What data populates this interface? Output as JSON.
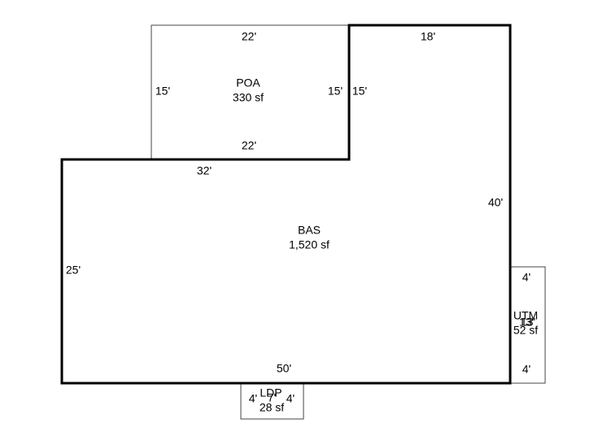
{
  "areas": {
    "poa": {
      "code": "POA",
      "area": "330 sf",
      "top": "22'",
      "bottom": "22'",
      "left": "15'",
      "right": "15'"
    },
    "bas": {
      "code": "BAS",
      "area": "1,520 sf",
      "top_right": "18'",
      "step_right": "15'",
      "top_left": "32'",
      "right": "40'",
      "left": "25'",
      "bottom": "50'"
    },
    "utm": {
      "code": "UTM",
      "area": "52 sf",
      "top": "4'",
      "bottom": "4'",
      "side": "13'",
      "side_overlap": "13'"
    },
    "ldp": {
      "code": "LDP",
      "area": "28 sf",
      "left": "4'",
      "right": "4'",
      "width": "7'"
    }
  },
  "colors": {
    "outline": "#000000",
    "sub_area": "#444444",
    "background": "#ffffff"
  }
}
